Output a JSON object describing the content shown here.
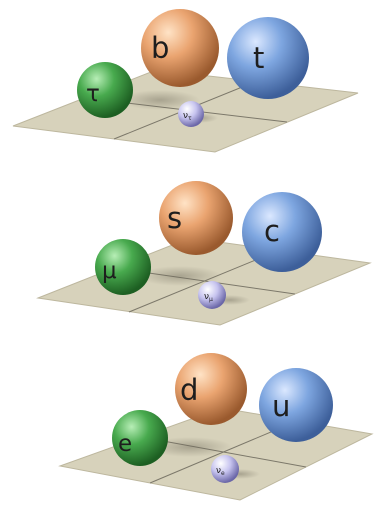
{
  "generations": [
    {
      "quark_down": {
        "symbol": "b"
      },
      "quark_up": {
        "symbol": "t"
      },
      "charged_lepton": {
        "symbol": "τ"
      },
      "neutrino": {
        "symbol": "ν",
        "subscript": "τ"
      }
    },
    {
      "quark_down": {
        "symbol": "s"
      },
      "quark_up": {
        "symbol": "c"
      },
      "charged_lepton": {
        "symbol": "μ"
      },
      "neutrino": {
        "symbol": "ν",
        "subscript": "μ"
      }
    },
    {
      "quark_down": {
        "symbol": "d"
      },
      "quark_up": {
        "symbol": "u"
      },
      "charged_lepton": {
        "symbol": "e"
      },
      "neutrino": {
        "symbol": "ν",
        "subscript": "e"
      }
    }
  ],
  "colors": {
    "plane": "#d7d2bb",
    "plane_edge": "#bdb79e",
    "plane_line": "#7c786a",
    "quark_down": "#e9a46f",
    "quark_up": "#7ea6e0",
    "charged_lepton": "#48aa4e",
    "neutrino": "#b9b6e6"
  }
}
